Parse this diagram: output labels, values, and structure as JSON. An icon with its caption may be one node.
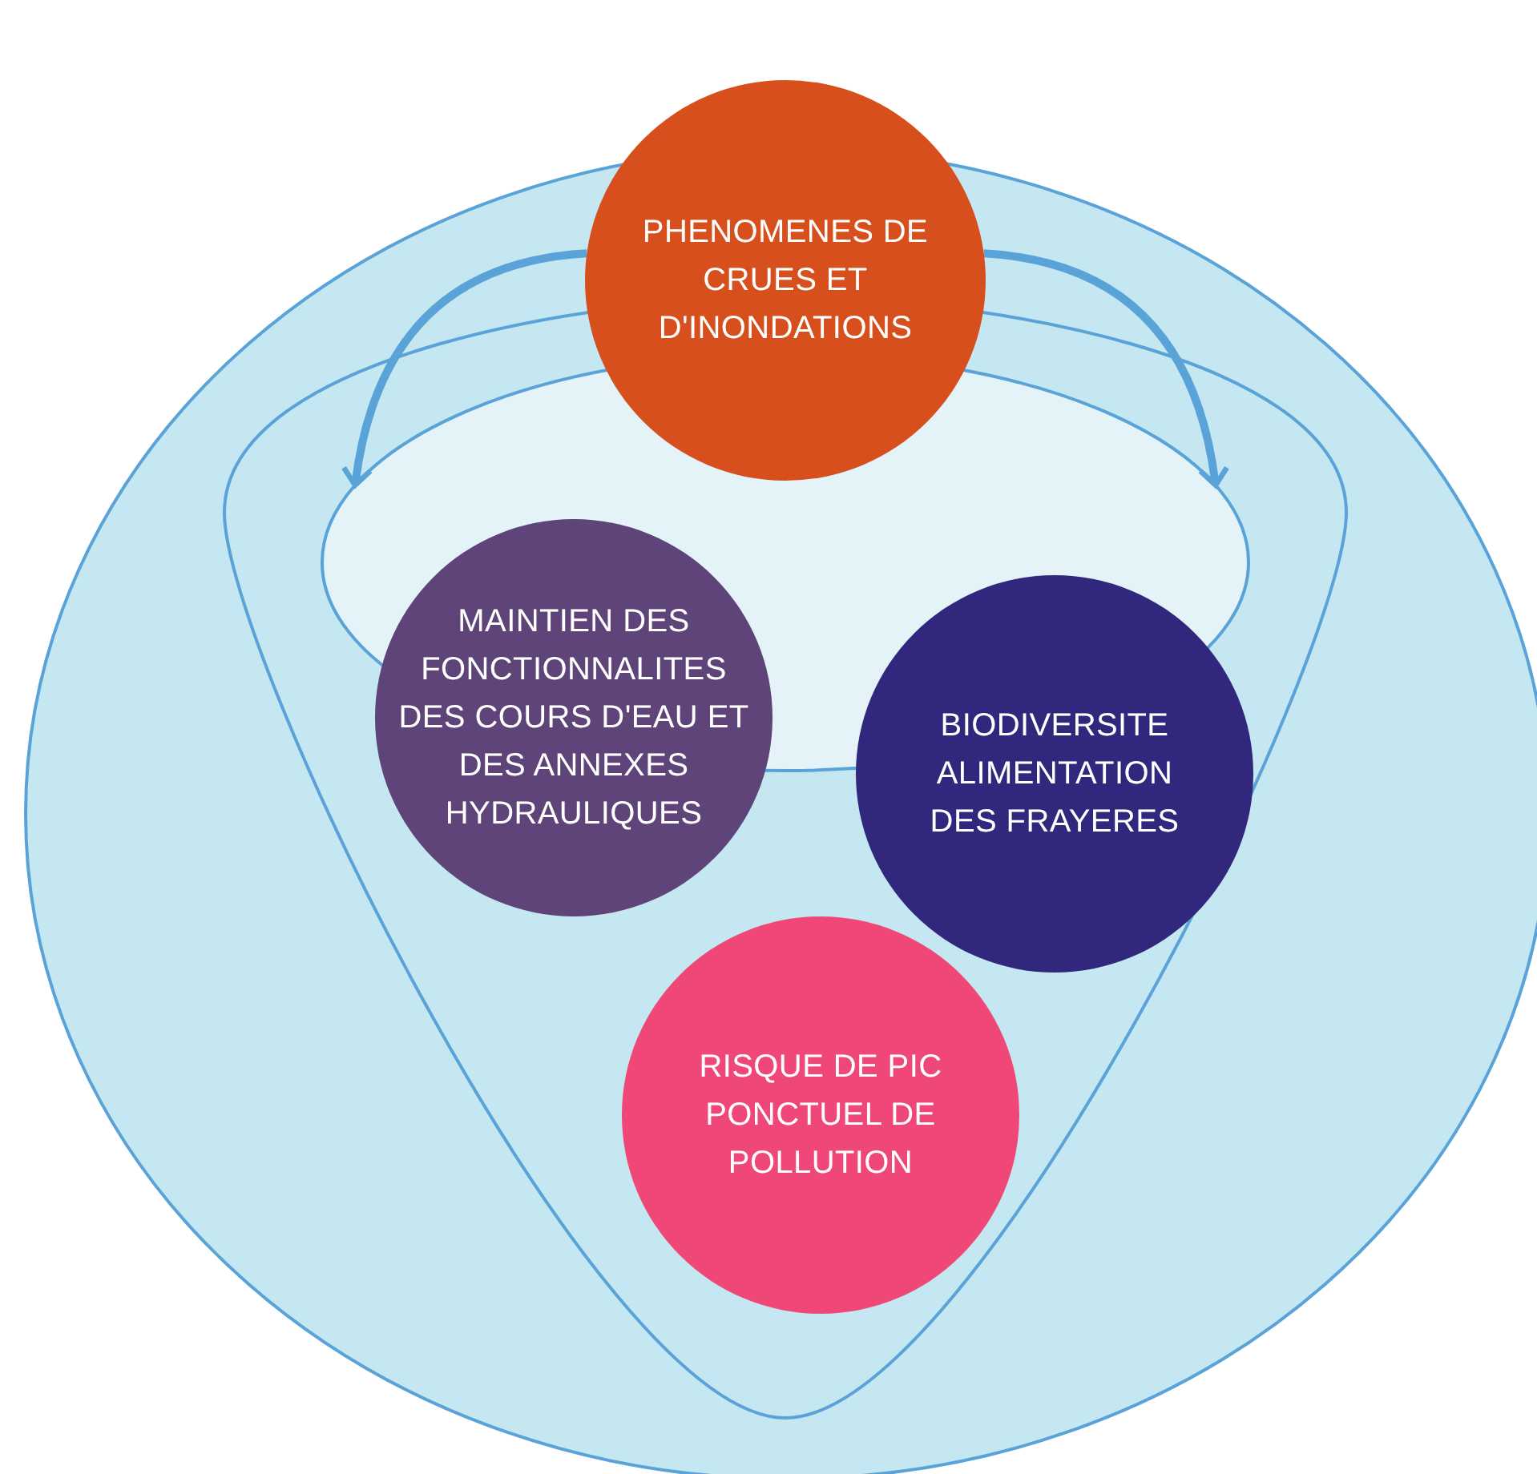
{
  "diagram": {
    "nodes": [
      {
        "text": [],
        "shape": "ellipse"
      },
      {
        "text": [],
        "shape": "triangle",
        "in": 0
      },
      {
        "text": [],
        "shape": "ellipse",
        "in": 1
      },
      {
        "text": [
          "PHENOMENES DE CRUES ET D'INONDATIONS"
        ]
      },
      {
        "text": [
          "MAINTIEN DES FONCTIONNALITES DES COURS D'EAU ET DES ANNEXES HYDRAULIQUES"
        ],
        "in": 1
      },
      {
        "text": [
          "BIODIVERSITE ALIMENTATION DES FRAYERES"
        ],
        "in": 1
      },
      {
        "text": [
          "RISQUE DE PIC PONCTUEL DE POLLUTION"
        ],
        "in": 1
      }
    ],
    "edges": [
      {
        "from": 3,
        "to": 2,
        "arrow": "to"
      },
      {
        "from": 3,
        "to": 2,
        "arrow": "to"
      }
    ]
  }
}
